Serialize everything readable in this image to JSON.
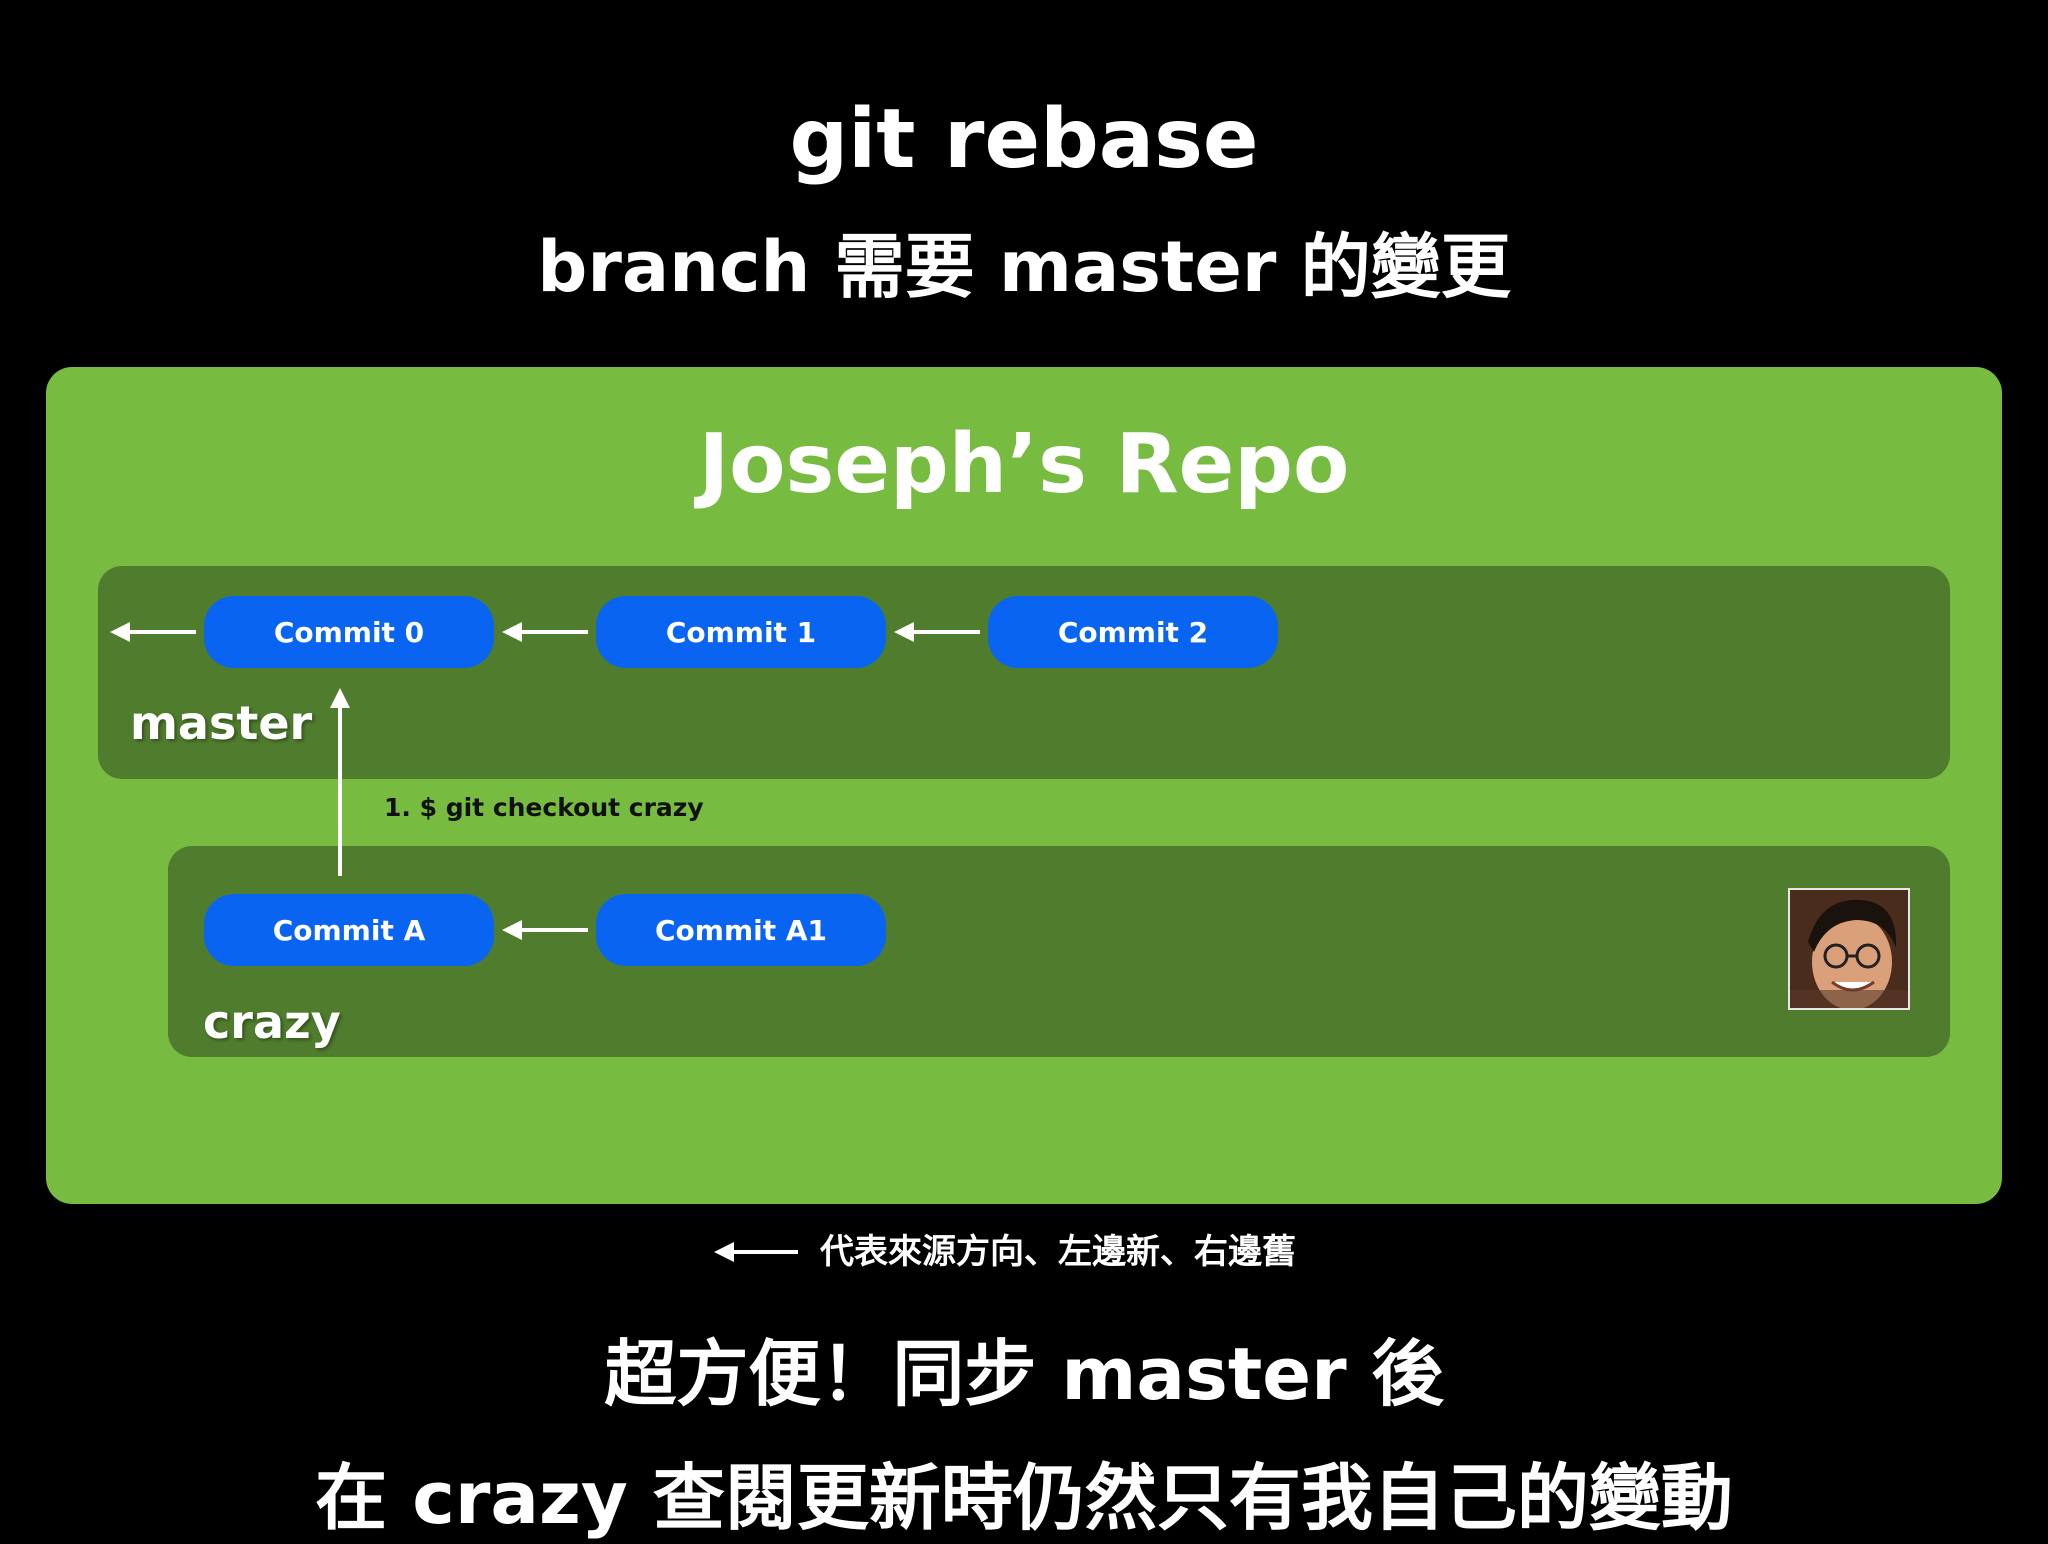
{
  "slide": {
    "title": "git rebase",
    "subtitle": "branch 需要 master 的變更"
  },
  "repo": {
    "title": "Joseph’s Repo",
    "branches": {
      "master": {
        "label": "master",
        "commits": [
          "Commit 0",
          "Commit 1",
          "Commit 2"
        ]
      },
      "crazy": {
        "label": "crazy",
        "commits": [
          "Commit A",
          "Commit A1"
        ]
      }
    },
    "command": "1. $ git checkout crazy"
  },
  "legend": {
    "text": "代表來源方向、左邊新、右邊舊"
  },
  "footer": {
    "line1": "超方便！同步 master 後",
    "line2": "在 crazy 查閱更新時仍然只有我自己的變動"
  },
  "colors": {
    "background": "#000000",
    "repo": "#77bb40",
    "branch": "#4f7c2d",
    "commit": "#0a64f2",
    "text": "#ffffff"
  }
}
